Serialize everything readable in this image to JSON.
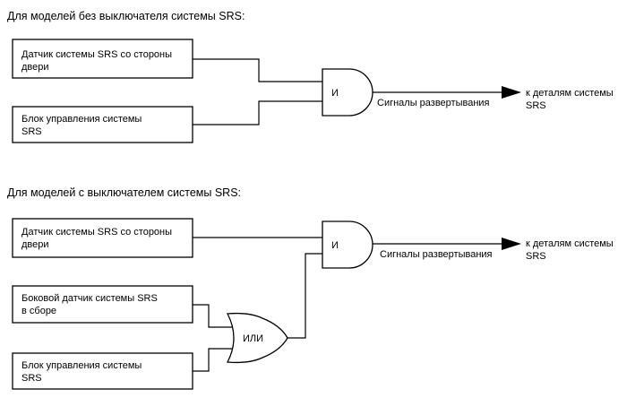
{
  "section1": {
    "heading": "Для моделей без выключателя системы SRS:",
    "box_door_sensor": {
      "line1": "Датчик системы SRS со стороны",
      "line2": "двери"
    },
    "box_control_unit": {
      "line1": "Блок управления системы",
      "line2": "SRS"
    },
    "and_gate_label": "И",
    "signal_label": "Сигналы развертывания",
    "output_label": {
      "line1": "к деталям системы",
      "line2": "SRS"
    }
  },
  "section2": {
    "heading": "Для моделей с выключателем системы SRS:",
    "box_door_sensor": {
      "line1": "Датчик системы SRS со стороны",
      "line2": "двери"
    },
    "box_side_sensor": {
      "line1": "Боковой датчик системы SRS",
      "line2": "в сборе"
    },
    "box_control_unit": {
      "line1": "Блок управления системы",
      "line2": "SRS"
    },
    "and_gate_label": "И",
    "or_gate_label": "ИЛИ",
    "signal_label": "Сигналы развертывания",
    "output_label": {
      "line1": "к деталям системы",
      "line2": "SRS"
    }
  },
  "colors": {
    "line": "#000000",
    "background": "#ffffff"
  }
}
